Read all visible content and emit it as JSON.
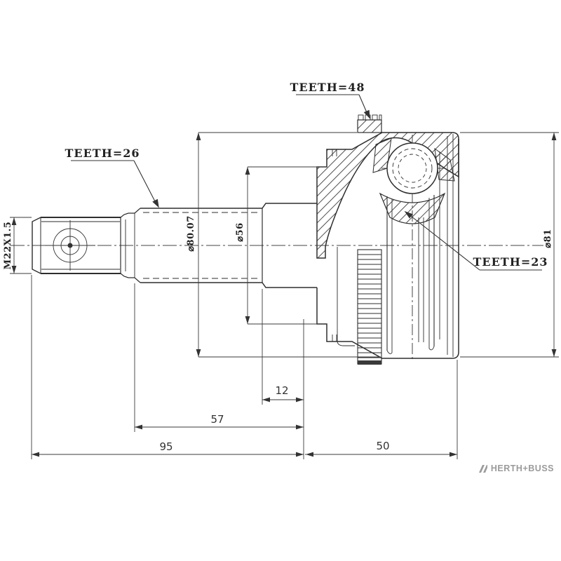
{
  "page": {
    "background": "#ffffff"
  },
  "drawing": {
    "labels": {
      "teeth_abs_ring": "TEETH=48",
      "teeth_shaft_spline": "TEETH=26",
      "teeth_hub_spline": "TEETH=23",
      "thread_spec": "M22X1.5",
      "dia_housing_left": "⌀80.07",
      "dia_boot_seat": "⌀56",
      "dia_housing_right": "⌀81"
    },
    "dimensions": {
      "spline_offset": "12",
      "spline_length": "57",
      "shaft_length": "95",
      "housing_length": "50"
    },
    "colors": {
      "line": "#2e2e2e",
      "dim_line": "#3a3a3a",
      "text": "#222222",
      "brand": "#9b9b9b"
    }
  },
  "brand": {
    "name": "HERTH+BUSS"
  }
}
